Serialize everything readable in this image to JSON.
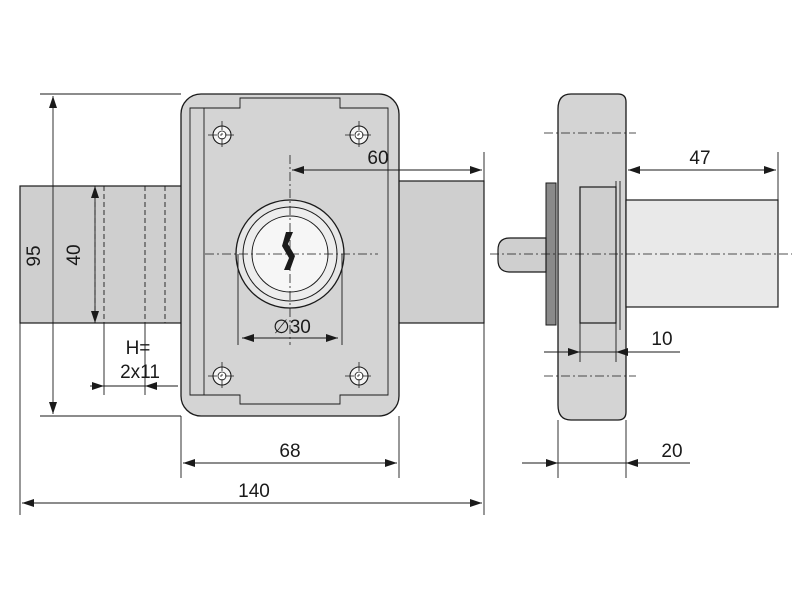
{
  "drawing": {
    "labels": {
      "d95": "95",
      "d40": "40",
      "h_top": "H=",
      "h_bottom": "2x11",
      "d30": "∅30",
      "d60": "60",
      "d68": "68",
      "d140": "140",
      "d47": "47",
      "d10": "10",
      "d20": "20"
    }
  }
}
